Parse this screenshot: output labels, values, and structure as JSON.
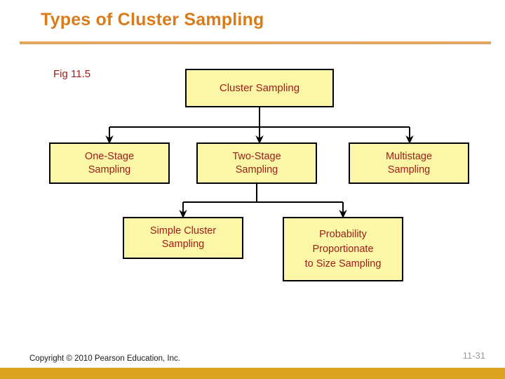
{
  "slide": {
    "title": "Types of Cluster Sampling",
    "figure_label": "Fig 11.5",
    "accent_color": "#DB7B17",
    "rule_color": "#E8A75C",
    "footer_bar_color": "#DCA321",
    "node_fill_color": "#FBF7A6",
    "node_border_color": "#000000",
    "node_text_color": "#9E1B18"
  },
  "diagram": {
    "type": "tree",
    "nodes": [
      {
        "id": "root",
        "label": "Cluster Sampling",
        "level": 0
      },
      {
        "id": "one-stage",
        "label": "One-Stage\nSampling",
        "level": 1
      },
      {
        "id": "two-stage",
        "label": "Two-Stage\nSampling",
        "level": 1
      },
      {
        "id": "multistage",
        "label": "Multistage\nSampling",
        "level": 1
      },
      {
        "id": "simple",
        "label": "Simple Cluster\nSampling",
        "level": 2
      },
      {
        "id": "pps",
        "label": "Probability\nProportionate\nto Size Sampling",
        "level": 2
      }
    ],
    "edges": [
      {
        "from": "root",
        "to": "one-stage"
      },
      {
        "from": "root",
        "to": "two-stage"
      },
      {
        "from": "root",
        "to": "multistage"
      },
      {
        "from": "two-stage",
        "to": "simple"
      },
      {
        "from": "two-stage",
        "to": "pps"
      }
    ]
  },
  "footer": {
    "copyright": "Copyright © 2010 Pearson Education, Inc.",
    "page_number": "11-31"
  }
}
